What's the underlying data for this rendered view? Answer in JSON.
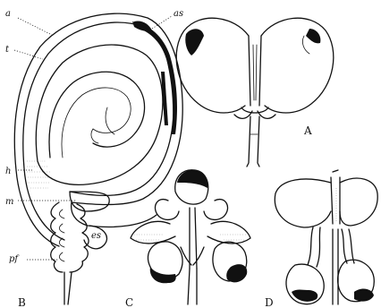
{
  "panels": {
    "A": "A",
    "B": "B",
    "C": "C",
    "D": "D"
  },
  "part_labels": {
    "a": "a",
    "as": "as",
    "t": "t",
    "h": "h",
    "m": "m",
    "es": "es",
    "pf": "pf"
  }
}
